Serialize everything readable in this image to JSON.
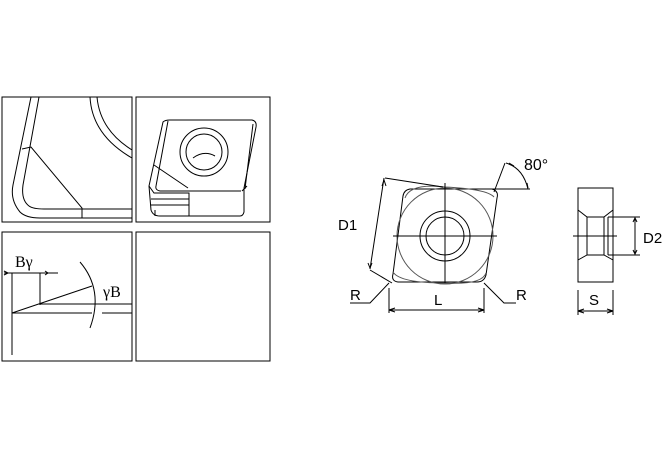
{
  "labels": {
    "b_gamma": "Bγ",
    "gamma_b": "γB",
    "d1": "D1",
    "d2": "D2",
    "angle": "80°",
    "r_left": "R",
    "r_right": "R",
    "l": "L",
    "s": "S"
  },
  "colors": {
    "line": "#000000",
    "background": "#ffffff"
  }
}
